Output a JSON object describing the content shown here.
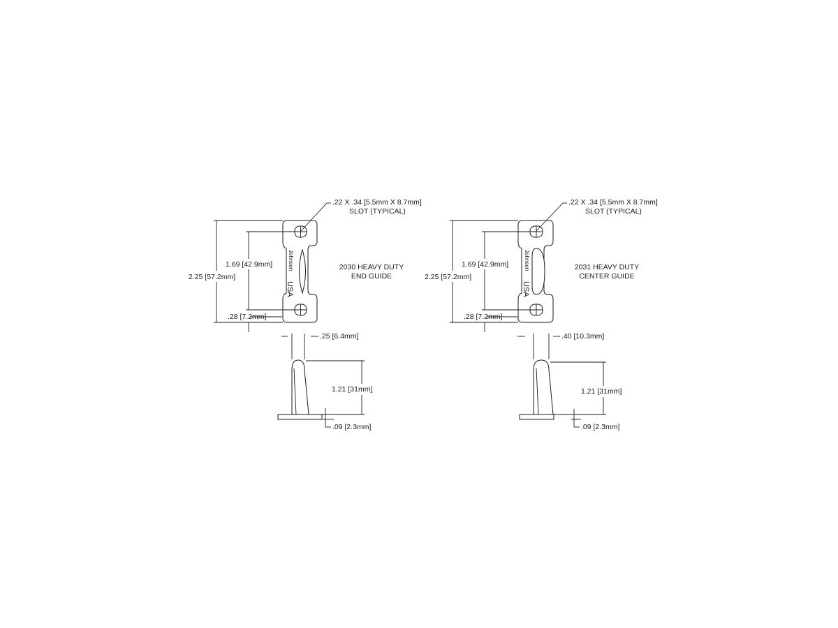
{
  "left": {
    "slot_callout_line1": ".22 X .34 [5.5mm X 8.7mm]",
    "slot_callout_line2": "SLOT (TYPICAL)",
    "title_line1": "2030 HEAVY DUTY",
    "title_line2": "END GUIDE",
    "overall_height": "2.25 [57.2mm]",
    "slot_spacing": "1.69 [42.9mm]",
    "slot_offset": ".28 [7.2mm]",
    "brand_name": "Johnson",
    "brand_country": "USA",
    "width": ".25 [6.4mm]",
    "depth": "1.21 [31mm]",
    "thickness": ".09 [2.3mm]"
  },
  "right": {
    "slot_callout_line1": ".22 X .34 [5.5mm X 8.7mm]",
    "slot_callout_line2": "SLOT (TYPICAL)",
    "title_line1": "2031 HEAVY DUTY",
    "title_line2": "CENTER GUIDE",
    "overall_height": "2.25 [57.2mm]",
    "slot_spacing": "1.69 [42.9mm]",
    "slot_offset": ".28 [7.2mm]",
    "brand_name": "Johnson",
    "brand_country": "USA",
    "width": ".40 [10.3mm]",
    "depth": "1.21 [31mm]",
    "thickness": ".09 [2.3mm]"
  }
}
